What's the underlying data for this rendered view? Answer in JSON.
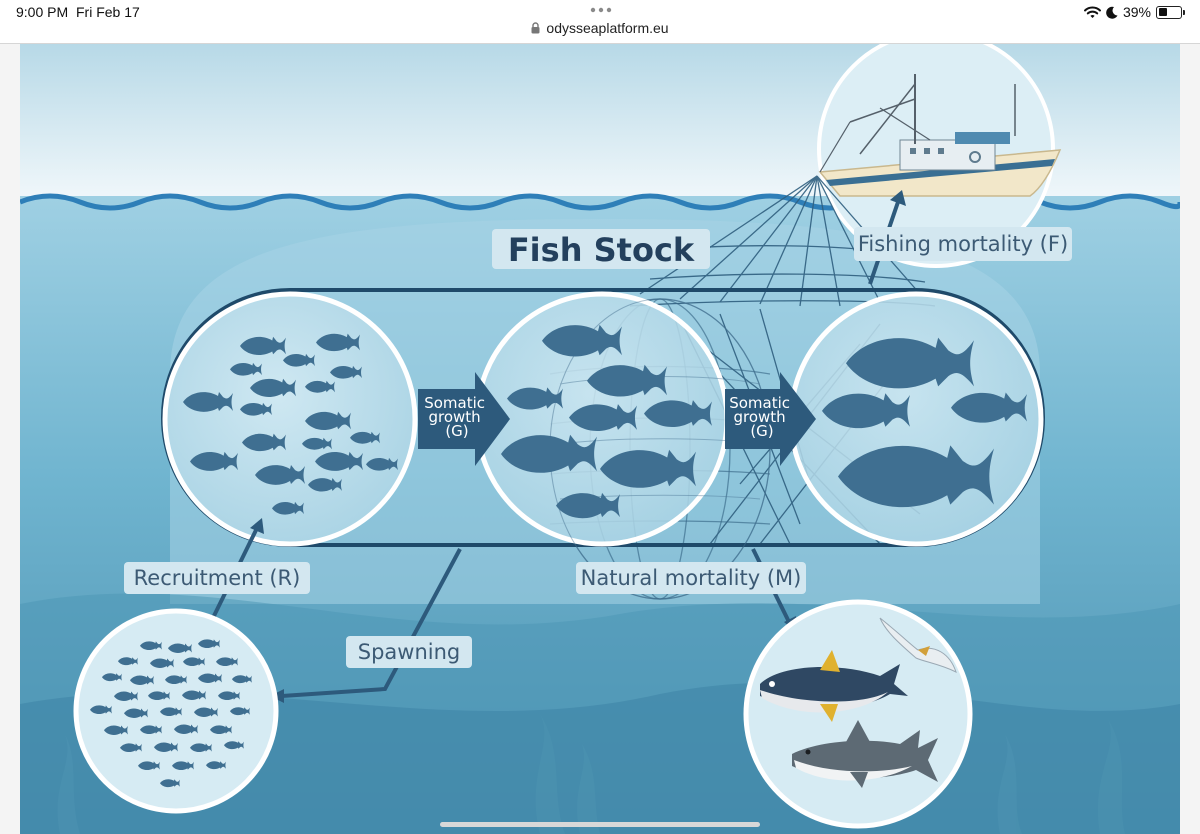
{
  "status_bar": {
    "time": "9:00 PM",
    "date": "Fri Feb 17",
    "url": "odysseaplatform.eu",
    "battery_percent": "39%",
    "battery_level": 0.39,
    "icons": [
      "ellipsis-icon",
      "lock-icon",
      "wifi-icon",
      "moon-icon",
      "battery-icon"
    ]
  },
  "diagram": {
    "title": "Fish Stock",
    "labels": {
      "fishing_mortality": "Fishing mortality (F)",
      "somatic_growth_1": [
        "Somatic",
        "growth",
        "(G)"
      ],
      "somatic_growth_2": [
        "Somatic",
        "growth",
        "(G)"
      ],
      "recruitment": "Recruitment (R)",
      "natural_mortality": "Natural mortality (M)",
      "spawning": "Spawning"
    },
    "colors": {
      "sky": "#c9e3ee",
      "sea": "#5fa9c7",
      "deep_sea": "#3b7d9c",
      "fish": "#3f6f91",
      "outline": "#1f4a6a",
      "wave": "#2e7fb8",
      "label_bg": "#d3e7f0",
      "label_text": "#3c5a74"
    }
  }
}
